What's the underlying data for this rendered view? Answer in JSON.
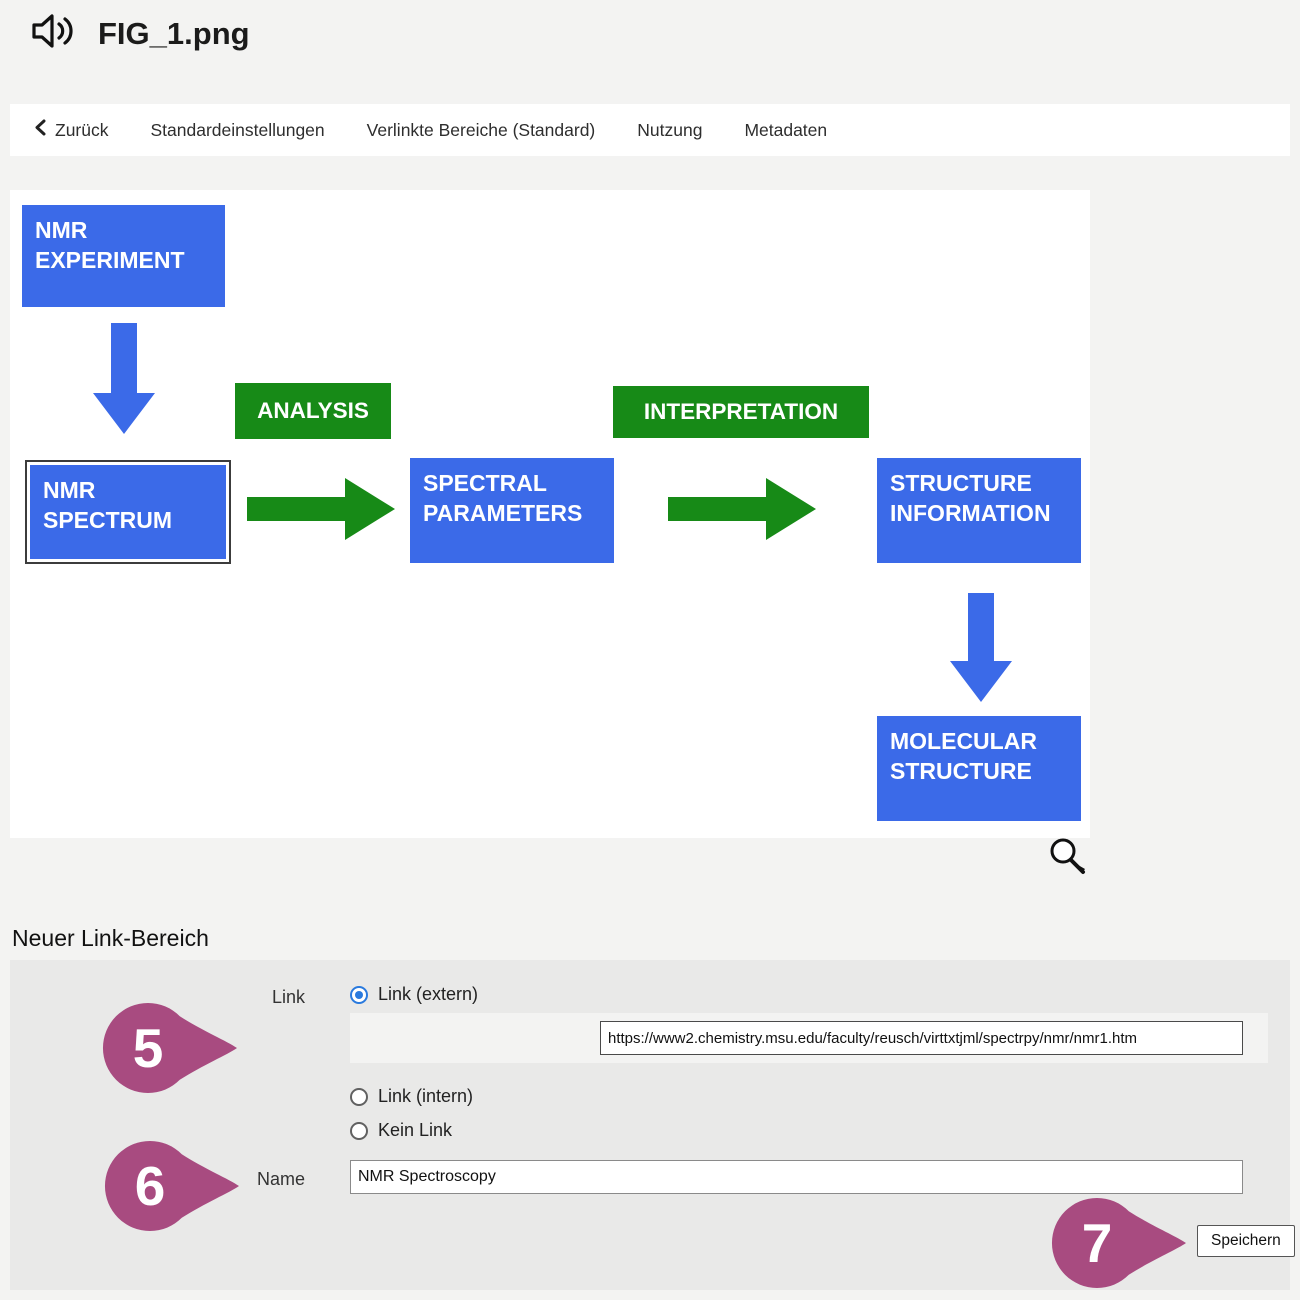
{
  "header": {
    "title": "FIG_1.png"
  },
  "toolbar": {
    "back": "Zurück",
    "items": [
      "Standardeinstellungen",
      "Verlinkte Bereiche (Standard)",
      "Nutzung",
      "Metadaten"
    ]
  },
  "diagram": {
    "nodes": [
      {
        "label": "NMR EXPERIMENT"
      },
      {
        "label": "NMR SPECTRUM",
        "selected": true
      },
      {
        "label": "SPECTRAL PARAMETERS"
      },
      {
        "label": "STRUCTURE INFORMATION"
      },
      {
        "label": "MOLECULAR STRUCTURE"
      }
    ],
    "process_labels": [
      {
        "label": "ANALYSIS"
      },
      {
        "label": "INTERPRETATION"
      }
    ],
    "colors": {
      "node_blue": "#3b6ae8",
      "process_green": "#178a17"
    }
  },
  "link_form": {
    "section_title": "Neuer Link-Bereich",
    "link_label": "Link",
    "options": {
      "extern": "Link (extern)",
      "intern": "Link (intern)",
      "none": "Kein Link"
    },
    "selected_option": "extern",
    "url_value": "https://www2.chemistry.msu.edu/faculty/reusch/virttxtjml/spectrpy/nmr/nmr1.htm",
    "name_label": "Name",
    "name_value": "NMR Spectroscopy",
    "save_label": "Speichern"
  },
  "annotations": {
    "step5": "5",
    "step6": "6",
    "step7": "7",
    "marker_color": "#a84b80"
  }
}
